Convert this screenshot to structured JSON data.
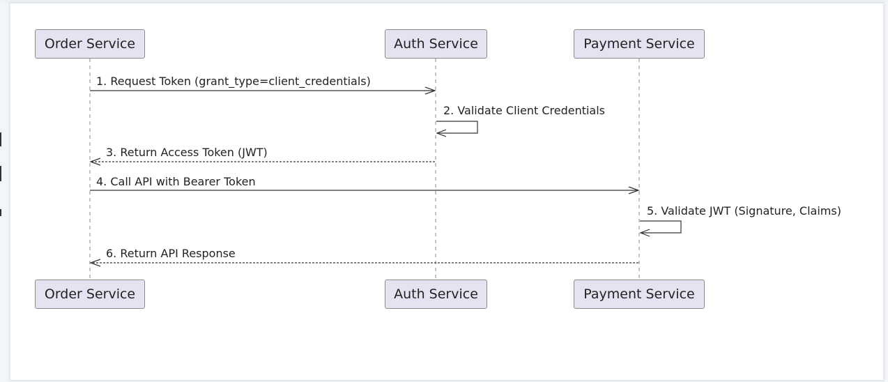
{
  "participants": [
    {
      "id": "order",
      "label": "Order Service"
    },
    {
      "id": "auth",
      "label": "Auth Service"
    },
    {
      "id": "payment",
      "label": "Payment Service"
    }
  ],
  "messages": [
    {
      "label": "1. Request Token (grant_type=client_credentials)",
      "from": "order",
      "to": "auth",
      "style": "solid"
    },
    {
      "label": "2. Validate Client Credentials",
      "from": "auth",
      "to": "auth",
      "style": "solid"
    },
    {
      "label": "3. Return Access Token (JWT)",
      "from": "auth",
      "to": "order",
      "style": "dashed"
    },
    {
      "label": "4. Call API with Bearer Token",
      "from": "order",
      "to": "payment",
      "style": "solid"
    },
    {
      "label": "5. Validate JWT (Signature, Claims)",
      "from": "payment",
      "to": "payment",
      "style": "solid"
    },
    {
      "label": "6. Return API Response",
      "from": "payment",
      "to": "order",
      "style": "dashed"
    }
  ]
}
